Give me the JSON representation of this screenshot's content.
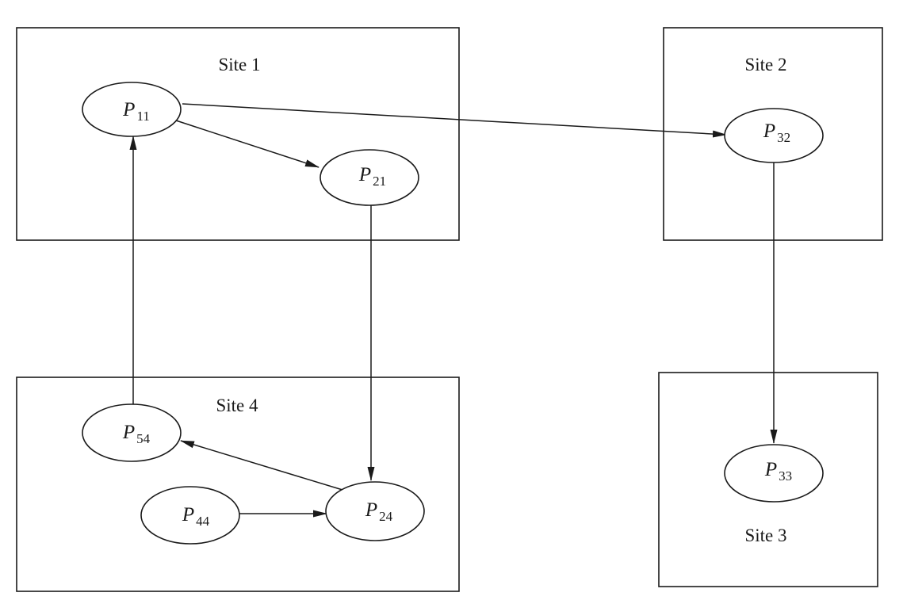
{
  "diagram": {
    "sites": [
      {
        "id": "site1",
        "label": "Site 1"
      },
      {
        "id": "site2",
        "label": "Site 2"
      },
      {
        "id": "site3",
        "label": "Site 3"
      },
      {
        "id": "site4",
        "label": "Site 4"
      }
    ],
    "nodes": [
      {
        "id": "p11",
        "base": "P",
        "sub": "11",
        "site": "site1"
      },
      {
        "id": "p21",
        "base": "P",
        "sub": "21",
        "site": "site1"
      },
      {
        "id": "p32",
        "base": "P",
        "sub": "32",
        "site": "site2"
      },
      {
        "id": "p33",
        "base": "P",
        "sub": "33",
        "site": "site3"
      },
      {
        "id": "p54",
        "base": "P",
        "sub": "54",
        "site": "site4"
      },
      {
        "id": "p44",
        "base": "P",
        "sub": "44",
        "site": "site4"
      },
      {
        "id": "p24",
        "base": "P",
        "sub": "24",
        "site": "site4"
      }
    ],
    "edges": [
      {
        "from": "p11",
        "to": "p21"
      },
      {
        "from": "p11",
        "to": "p32"
      },
      {
        "from": "p21",
        "to": "p24"
      },
      {
        "from": "p32",
        "to": "p33"
      },
      {
        "from": "p24",
        "to": "p54"
      },
      {
        "from": "p44",
        "to": "p24"
      },
      {
        "from": "p54",
        "to": "p11"
      }
    ]
  }
}
